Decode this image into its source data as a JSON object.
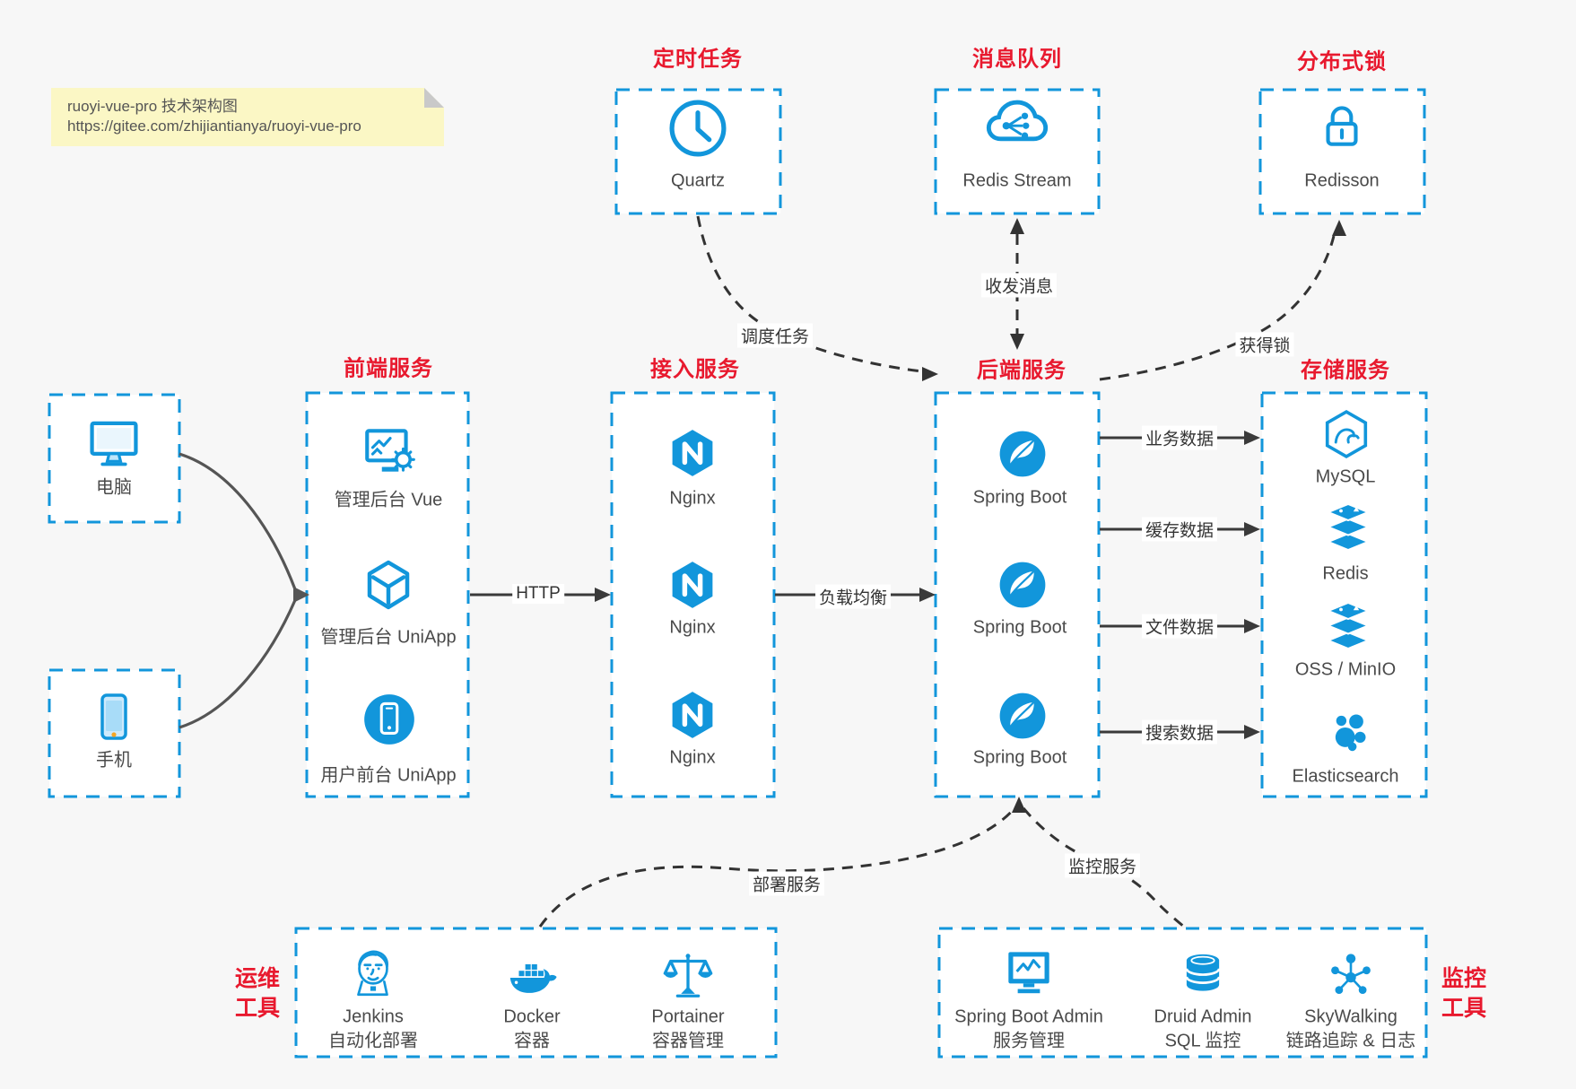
{
  "colors": {
    "accent_blue": "#1296db",
    "title_red": "#e8192e",
    "bg": "#f7f7f7"
  },
  "note": {
    "line1": "ruoyi-vue-pro 技术架构图",
    "line2": "https://gitee.com/zhijiantianya/ruoyi-vue-pro"
  },
  "groups": {
    "scheduled": {
      "title": "定时任务",
      "items": [
        {
          "label": "Quartz",
          "icon": "clock-icon"
        }
      ]
    },
    "mq": {
      "title": "消息队列",
      "items": [
        {
          "label": "Redis Stream",
          "icon": "cloud-share-icon"
        }
      ]
    },
    "lock": {
      "title": "分布式锁",
      "items": [
        {
          "label": "Redisson",
          "icon": "lock-icon"
        }
      ]
    },
    "clients": {
      "items": [
        {
          "label": "电脑",
          "icon": "desktop-icon"
        },
        {
          "label": "手机",
          "icon": "smartphone-icon"
        }
      ]
    },
    "frontend": {
      "title": "前端服务",
      "items": [
        {
          "label": "管理后台 Vue",
          "icon": "admin-vue-icon"
        },
        {
          "label": "管理后台 UniApp",
          "icon": "cube-icon"
        },
        {
          "label": "用户前台 UniApp",
          "icon": "mobile-circle-icon"
        }
      ]
    },
    "gateway": {
      "title": "接入服务",
      "items": [
        "Nginx",
        "Nginx",
        "Nginx"
      ]
    },
    "backend": {
      "title": "后端服务",
      "items": [
        "Spring Boot",
        "Spring Boot",
        "Spring Boot"
      ]
    },
    "storage": {
      "title": "存储服务",
      "items": [
        "MySQL",
        "Redis",
        "OSS / MinIO",
        "Elasticsearch"
      ]
    },
    "ops": {
      "title_line1": "运维",
      "title_line2": "工具",
      "items": [
        {
          "name": "Jenkins",
          "desc": "自动化部署"
        },
        {
          "name": "Docker",
          "desc": "容器"
        },
        {
          "name": "Portainer",
          "desc": "容器管理"
        }
      ]
    },
    "monitoring": {
      "title_line1": "监控",
      "title_line2": "工具",
      "items": [
        {
          "name": "Spring Boot Admin",
          "desc": "服务管理"
        },
        {
          "name": "Druid Admin",
          "desc": "SQL 监控"
        },
        {
          "name": "SkyWalking",
          "desc": "链路追踪 & 日志"
        }
      ]
    }
  },
  "edges": {
    "http": "HTTP",
    "load_balance": "负载均衡",
    "schedule_task": "调度任务",
    "send_receive_msg": "收发消息",
    "acquire_lock": "获得锁",
    "business_data": "业务数据",
    "cache_data": "缓存数据",
    "file_data": "文件数据",
    "search_data": "搜索数据",
    "deploy_service": "部署服务",
    "monitor_service": "监控服务"
  }
}
